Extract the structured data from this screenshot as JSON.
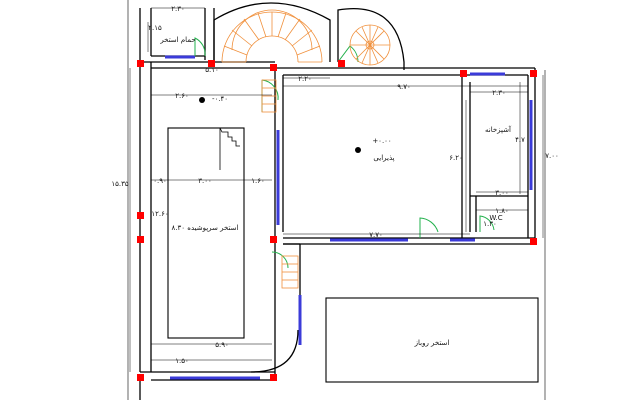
{
  "labels": {
    "bath_pool": "حمام استخر",
    "kitchen": "آشپزخانه",
    "reception": "پذیرایی",
    "wc": "W.C",
    "covered_pool": "استخر سرپوشیده ۸.۳۰",
    "open_pool": "استخر روباز",
    "reception_level": "+۰.۰۰",
    "pool_level": "-۰.۴۰"
  },
  "dims": {
    "d_230_top": "۲.۳۰",
    "d_215": "۲.۱۵",
    "d_510": "۵.۱۰",
    "d_220": "۲.۲۰",
    "d_970": "۹.۷۰",
    "d_230_kitchen": "۲.۳۰",
    "d_260": "۲.۶۰",
    "d_470": "۴.۷",
    "d_700": "۷.۰۰",
    "d_620": "۶.۲۰",
    "d_1535": "۱۵.۳۵",
    "d_090": "۰.۹۰",
    "d_300": "۳.۰۰",
    "d_160": "۱.۶۰",
    "d_300_kitchen": "۳.۰۰",
    "d_180": "۱.۸۰",
    "d_130": "۱.۳۰",
    "d_1260": "۱۲.۶۰",
    "d_770": "۷.۷۰",
    "d_150": "۱.۵۰",
    "d_590": "۵.۹۰"
  },
  "colors": {
    "wall": "#000000",
    "window": "#3b3bd9",
    "door": "#22b14c",
    "stair": "#f0903c",
    "column": "#ff0000"
  }
}
